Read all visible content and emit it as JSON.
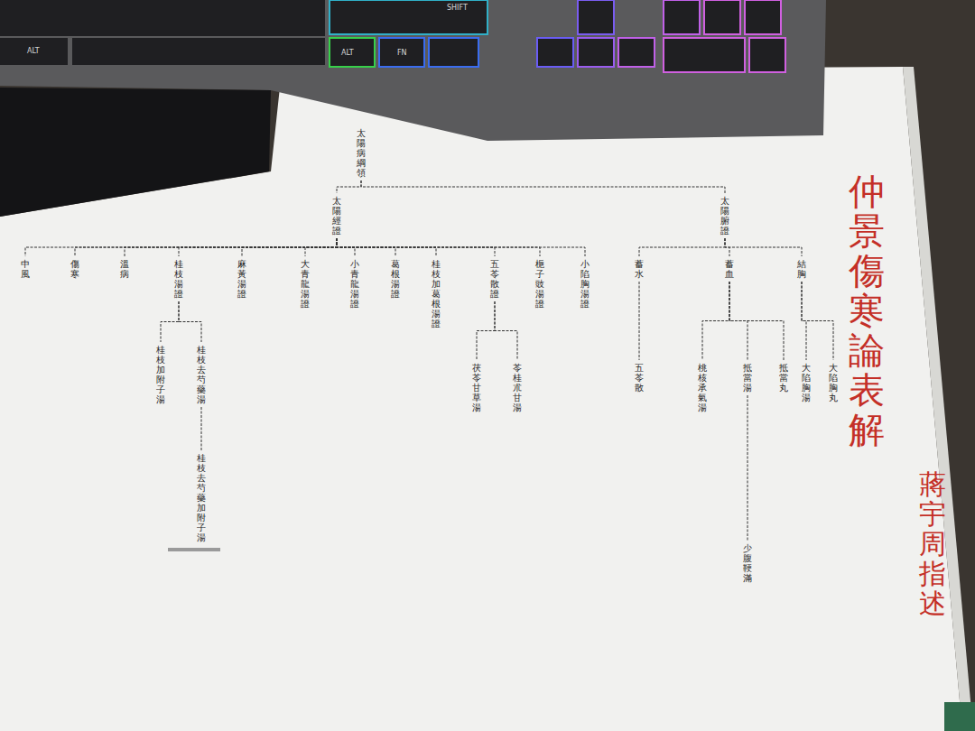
{
  "diagram": {
    "title": "仲景傷寒論表解",
    "caption": "蔣宇周指述",
    "nodes": [
      {
        "text": [
          "太陽病綱領"
        ]
      },
      {
        "text": [
          "太陽經證"
        ]
      },
      {
        "text": [
          "太陽腑證"
        ]
      },
      {
        "text": [
          "中風"
        ]
      },
      {
        "text": [
          "傷寒"
        ]
      },
      {
        "text": [
          "溫病"
        ]
      },
      {
        "text": [
          "桂枝湯證"
        ]
      },
      {
        "text": [
          "麻黃湯證"
        ]
      },
      {
        "text": [
          "大青龍湯證"
        ]
      },
      {
        "text": [
          "小青龍湯證"
        ]
      },
      {
        "text": [
          "葛根湯證"
        ]
      },
      {
        "text": [
          "桂枝加葛根湯證"
        ]
      },
      {
        "text": [
          "五苓散證"
        ]
      },
      {
        "text": [
          "梔子豉湯證"
        ]
      },
      {
        "text": [
          "小陷胸湯證"
        ]
      },
      {
        "text": [
          "蓄水"
        ]
      },
      {
        "text": [
          "蓄血"
        ]
      },
      {
        "text": [
          "結胸"
        ]
      },
      {
        "text": [
          "桂枝加附子湯"
        ]
      },
      {
        "text": [
          "桂枝去芍藥湯"
        ]
      },
      {
        "text": [
          "茯苓甘草湯"
        ]
      },
      {
        "text": [
          "苓桂朮甘湯"
        ]
      },
      {
        "text": [
          "桃核承氣湯"
        ]
      },
      {
        "text": [
          "抵當湯"
        ]
      },
      {
        "text": [
          "抵當丸"
        ]
      },
      {
        "text": [
          "大陷胸湯"
        ]
      },
      {
        "text": [
          "大陷胸丸"
        ]
      },
      {
        "text": [
          "五苓散"
        ]
      },
      {
        "text": [
          "少腹鞕滿"
        ]
      },
      {
        "text": [
          "桂枝去芍藥加附子湯"
        ]
      }
    ],
    "edges": [
      {
        "from": 0,
        "to": 1,
        "arrow": "none"
      },
      {
        "from": 0,
        "to": 2,
        "arrow": "none"
      },
      {
        "from": 1,
        "to": 3,
        "arrow": "none"
      },
      {
        "from": 1,
        "to": 4,
        "arrow": "none"
      },
      {
        "from": 1,
        "to": 5,
        "arrow": "none"
      },
      {
        "from": 1,
        "to": 6,
        "arrow": "none"
      },
      {
        "from": 1,
        "to": 7,
        "arrow": "none"
      },
      {
        "from": 1,
        "to": 8,
        "arrow": "none"
      },
      {
        "from": 1,
        "to": 9,
        "arrow": "none"
      },
      {
        "from": 1,
        "to": 10,
        "arrow": "none"
      },
      {
        "from": 1,
        "to": 11,
        "arrow": "none"
      },
      {
        "from": 1,
        "to": 12,
        "arrow": "none"
      },
      {
        "from": 1,
        "to": 13,
        "arrow": "none"
      },
      {
        "from": 1,
        "to": 14,
        "arrow": "none"
      },
      {
        "from": 2,
        "to": 15,
        "arrow": "none"
      },
      {
        "from": 2,
        "to": 16,
        "arrow": "none"
      },
      {
        "from": 2,
        "to": 17,
        "arrow": "none"
      },
      {
        "from": 6,
        "to": 18,
        "arrow": "none"
      },
      {
        "from": 6,
        "to": 19,
        "arrow": "none"
      },
      {
        "from": 12,
        "to": 20,
        "arrow": "none"
      },
      {
        "from": 12,
        "to": 21,
        "arrow": "none"
      },
      {
        "from": 16,
        "to": 22,
        "arrow": "none"
      },
      {
        "from": 16,
        "to": 23,
        "arrow": "none"
      },
      {
        "from": 16,
        "to": 24,
        "arrow": "none"
      },
      {
        "from": 17,
        "to": 25,
        "arrow": "none"
      },
      {
        "from": 17,
        "to": 26,
        "arrow": "none"
      },
      {
        "from": 15,
        "to": 27,
        "arrow": "none"
      },
      {
        "from": 23,
        "to": 28,
        "arrow": "none"
      },
      {
        "from": 19,
        "to": 29,
        "arrow": "none"
      }
    ],
    "labels": [
      "ALT",
      "ALT",
      "FN",
      "SHIFT"
    ]
  }
}
